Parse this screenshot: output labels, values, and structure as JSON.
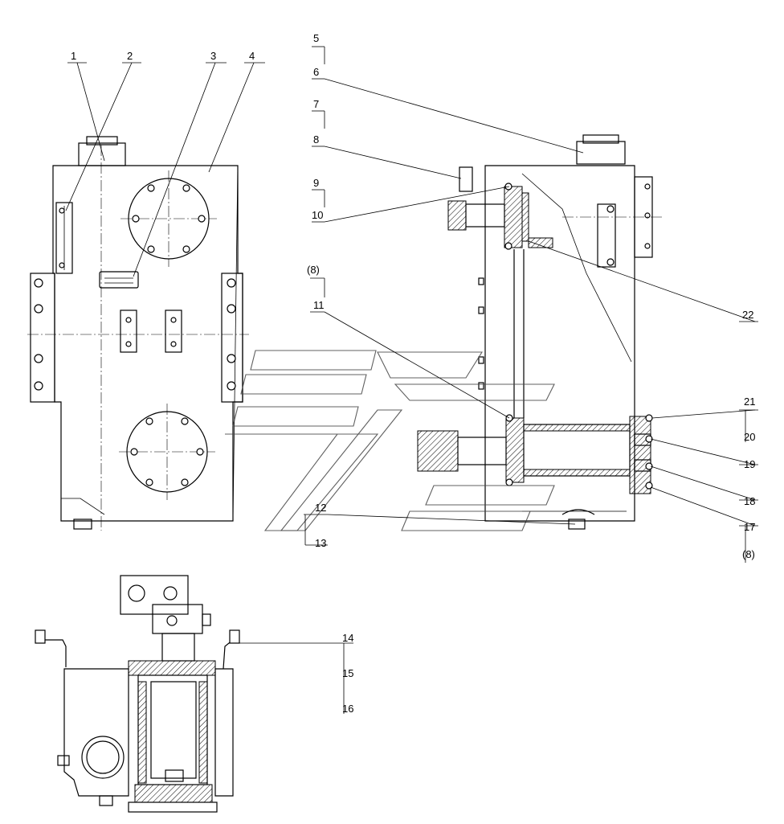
{
  "callouts": {
    "c1": "1",
    "c2": "2",
    "c3": "3",
    "c4": "4",
    "c5": "5",
    "c6": "6",
    "c7": "7",
    "c8": "8",
    "c9": "9",
    "c10": "10",
    "c8a": "(8)",
    "c11": "11",
    "c22": "22",
    "c21": "21",
    "c20": "20",
    "c19": "19",
    "c18": "18",
    "c17": "17",
    "c8b": "(8)",
    "c12": "12",
    "c13": "13",
    "c14": "14",
    "c15": "15",
    "c16": "16"
  }
}
